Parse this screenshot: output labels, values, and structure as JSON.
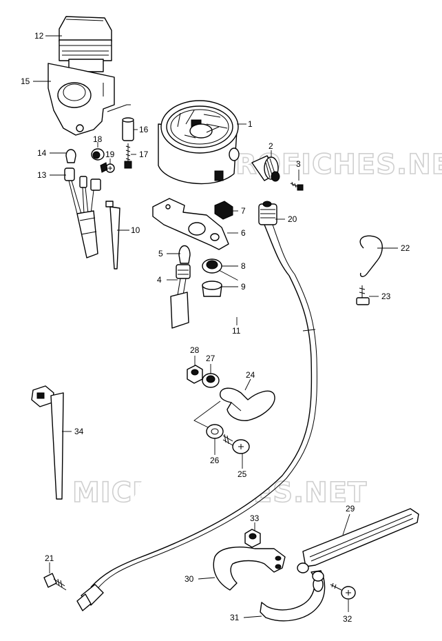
{
  "watermark": {
    "text": "MICROFICHES.NET"
  },
  "callouts": [
    {
      "id": "c12",
      "label": "12"
    },
    {
      "id": "c15",
      "label": "15"
    },
    {
      "id": "c1",
      "label": "1"
    },
    {
      "id": "c16",
      "label": "16"
    },
    {
      "id": "c18",
      "label": "18"
    },
    {
      "id": "c17",
      "label": "17"
    },
    {
      "id": "c2",
      "label": "2"
    },
    {
      "id": "c14",
      "label": "14"
    },
    {
      "id": "c19",
      "label": "19"
    },
    {
      "id": "c3",
      "label": "3"
    },
    {
      "id": "c13",
      "label": "13"
    },
    {
      "id": "c7",
      "label": "7"
    },
    {
      "id": "c20",
      "label": "20"
    },
    {
      "id": "c10",
      "label": "10"
    },
    {
      "id": "c6",
      "label": "6"
    },
    {
      "id": "c22",
      "label": "22"
    },
    {
      "id": "c5",
      "label": "5"
    },
    {
      "id": "c8",
      "label": "8"
    },
    {
      "id": "c4",
      "label": "4"
    },
    {
      "id": "c9",
      "label": "9"
    },
    {
      "id": "c23",
      "label": "23"
    },
    {
      "id": "c11",
      "label": "11"
    },
    {
      "id": "c28",
      "label": "28"
    },
    {
      "id": "c27",
      "label": "27"
    },
    {
      "id": "c24",
      "label": "24"
    },
    {
      "id": "c34",
      "label": "34"
    },
    {
      "id": "c26",
      "label": "26"
    },
    {
      "id": "c25",
      "label": "25"
    },
    {
      "id": "c29",
      "label": "29"
    },
    {
      "id": "c33",
      "label": "33"
    },
    {
      "id": "c21",
      "label": "21"
    },
    {
      "id": "c30",
      "label": "30"
    },
    {
      "id": "c32",
      "label": "32"
    },
    {
      "id": "c31",
      "label": "31"
    }
  ]
}
